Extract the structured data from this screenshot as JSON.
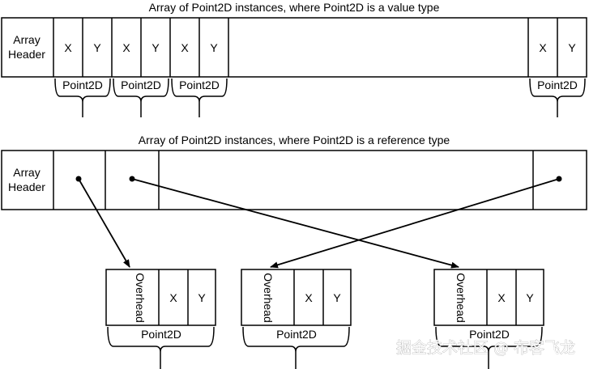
{
  "value_section": {
    "title": "Array of Point2D instances, where Point2D is a value type",
    "header_line1": "Array",
    "header_line2": "Header",
    "x_label": "X",
    "y_label": "Y",
    "struct_label": "Point2D"
  },
  "reference_section": {
    "title": "Array of Point2D instances, where Point2D is a reference type",
    "header_line1": "Array",
    "header_line2": "Header"
  },
  "heap_objects": {
    "overhead_label": "Overhead",
    "x_label": "X",
    "y_label": "Y",
    "object_label": "Point2D"
  },
  "watermark": "掘金技术社区 @ 布客飞龙"
}
